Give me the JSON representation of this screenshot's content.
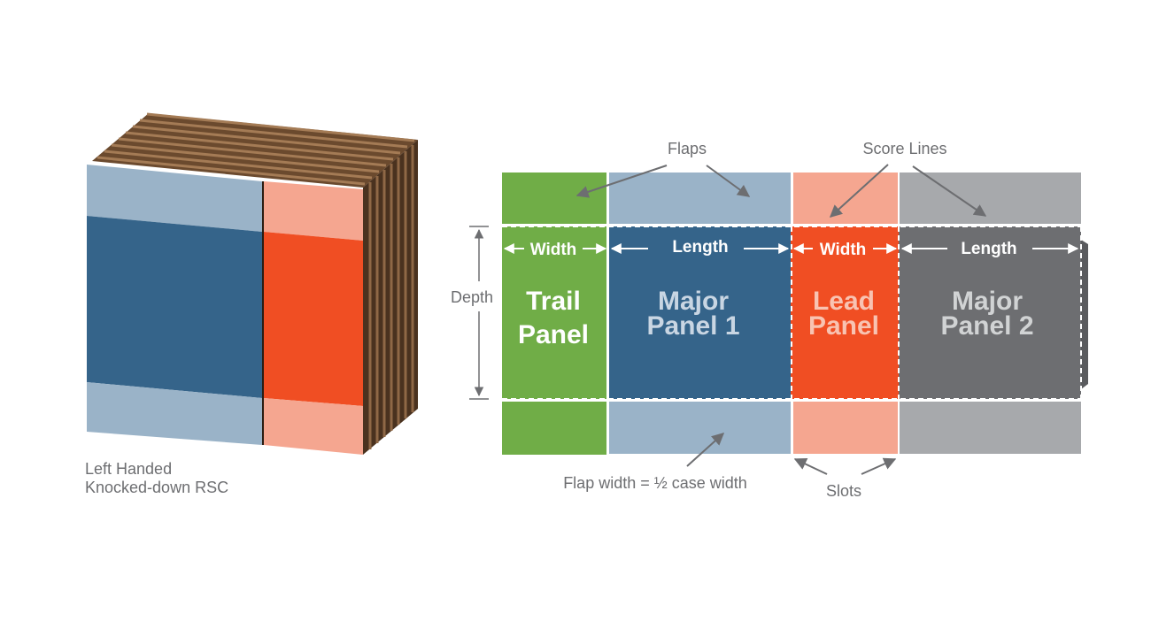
{
  "caption": {
    "line1": "Left Handed",
    "line2": "Knocked-down RSC"
  },
  "labels": {
    "flaps": "Flaps",
    "score_lines": "Score Lines",
    "depth": "Depth",
    "flap_width": "Flap width = ½ case width",
    "slots": "Slots"
  },
  "dimensions": {
    "width_1": "Width",
    "length_1": "Length",
    "width_2": "Width",
    "length_2": "Length"
  },
  "panels": {
    "trail": {
      "line1": "Trail",
      "line2": "Panel"
    },
    "major1": {
      "line1": "Major",
      "line2": "Panel 1"
    },
    "lead": {
      "line1": "Lead",
      "line2": "Panel"
    },
    "major2": {
      "line1": "Major",
      "line2": "Panel 2"
    }
  },
  "colors": {
    "trail": "#70ad47",
    "major1": "#35648a",
    "flap_blue": "#9ab3c8",
    "lead": "#f04e23",
    "lead_flap": "#f5a690",
    "major2": "#6d6e71",
    "major2_flap": "#a7a9ac",
    "corrugation": "#8b6443",
    "label_gray": "#6d6e71"
  }
}
